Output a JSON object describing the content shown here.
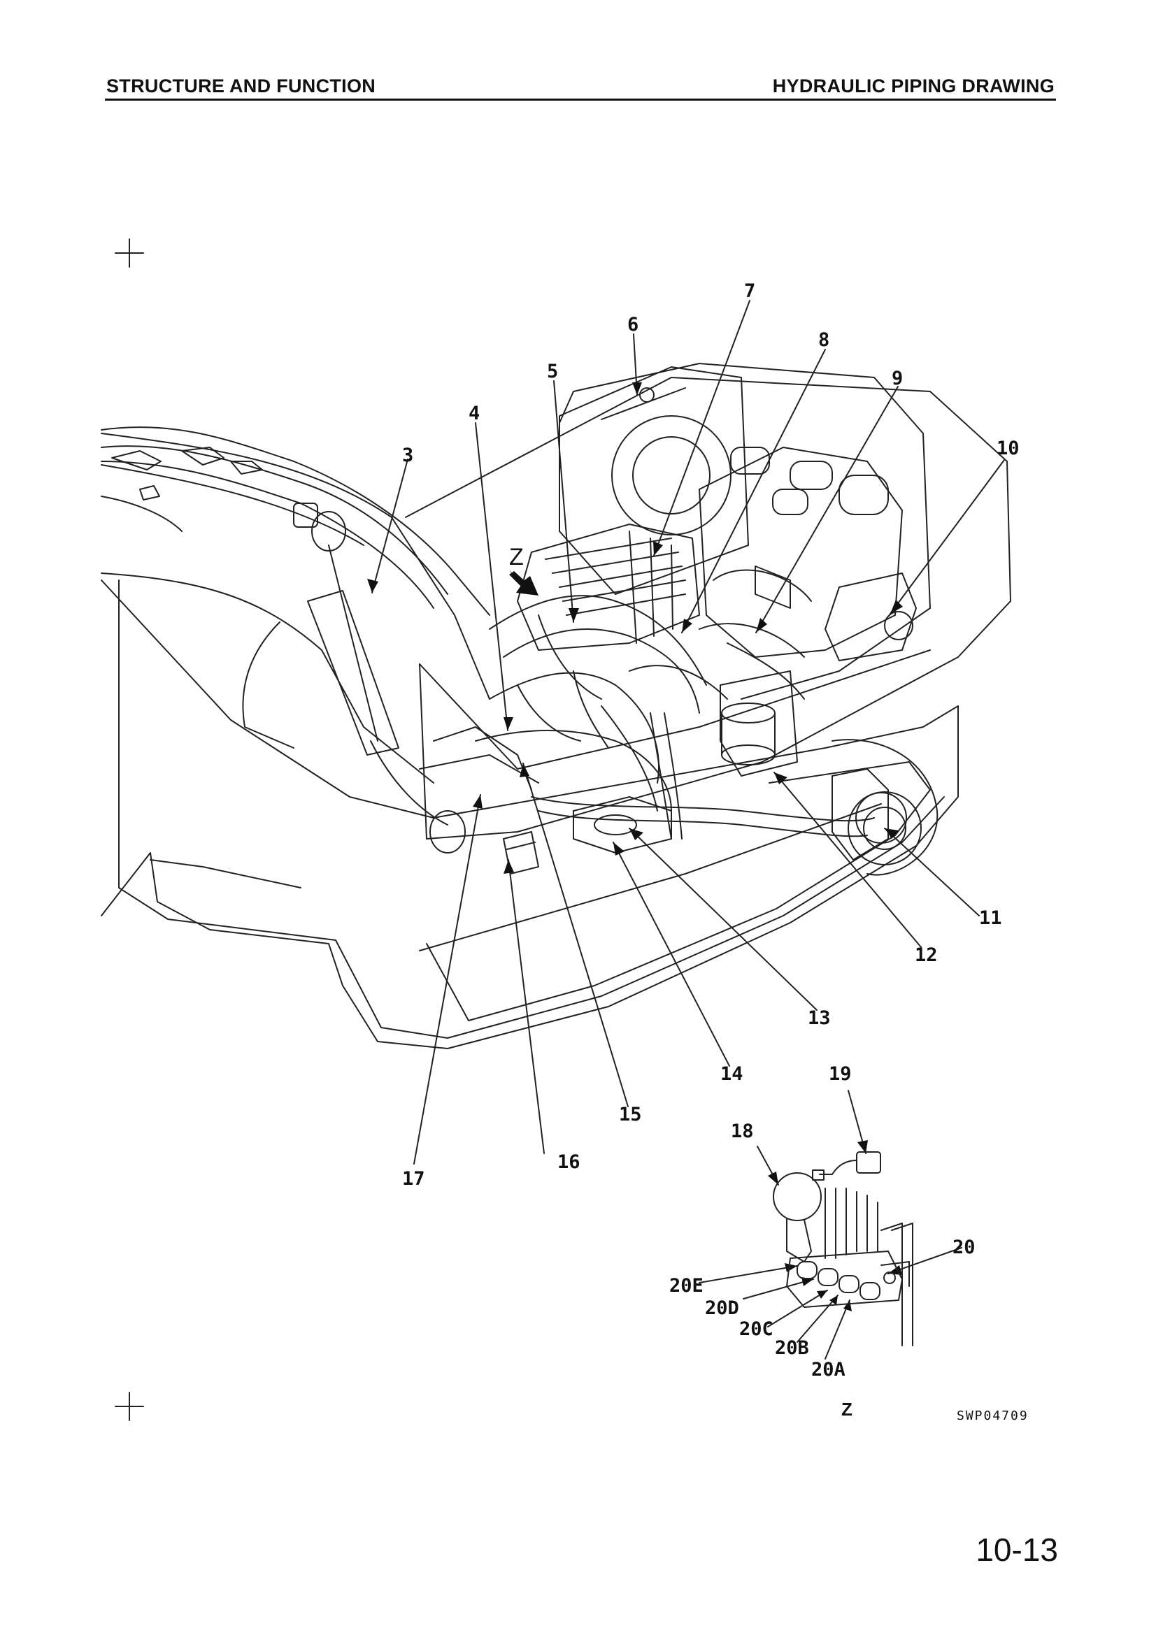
{
  "header": {
    "left": "STRUCTURE AND FUNCTION",
    "right": "HYDRAULIC PIPING DRAWING"
  },
  "callouts": [
    "3",
    "4",
    "5",
    "6",
    "7",
    "8",
    "9",
    "10",
    "11",
    "12",
    "13",
    "14",
    "15",
    "16",
    "17",
    "18",
    "19",
    "20",
    "20A",
    "20B",
    "20C",
    "20D",
    "20E"
  ],
  "view_label": "Z",
  "detail_label": "Z",
  "drawing_ref": "SWP04709",
  "page_number": "10-13"
}
